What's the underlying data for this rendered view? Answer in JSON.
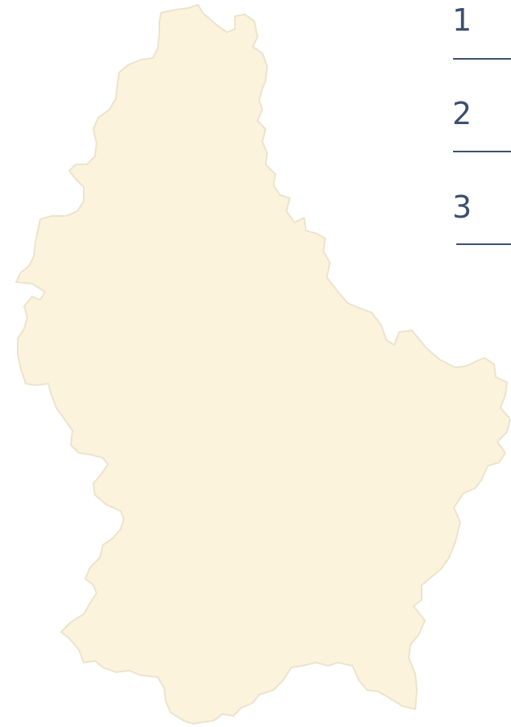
{
  "map": {
    "region_fill": "#fcf3dc",
    "region_stroke": "#ece3cd"
  },
  "legend": {
    "text_color": "#3b506e",
    "line_color": "#3b506e",
    "items": [
      {
        "number": "1"
      },
      {
        "number": "2"
      },
      {
        "number": "3"
      }
    ]
  }
}
